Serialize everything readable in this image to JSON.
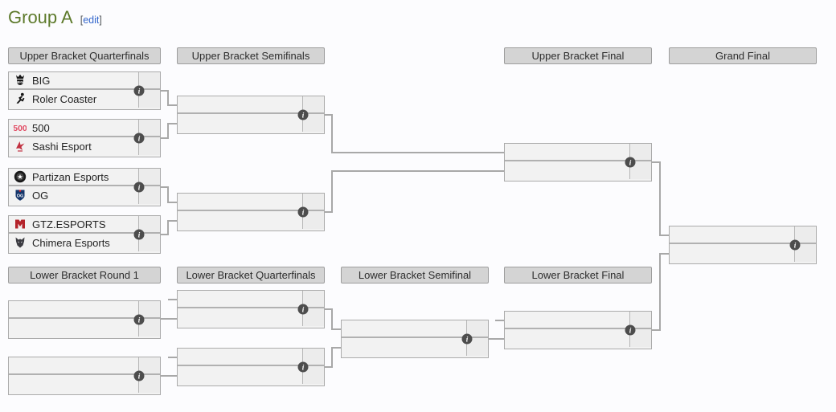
{
  "page": {
    "title": "Group A",
    "edit_bracket_open": "[",
    "edit_label": "edit",
    "edit_bracket_close": "]"
  },
  "round_headers": {
    "ub_quarterfinals": "Upper Bracket Quarterfinals",
    "ub_semifinals": "Upper Bracket Semifinals",
    "ub_final": "Upper Bracket Final",
    "grand_final": "Grand Final",
    "lb_round1": "Lower Bracket Round 1",
    "lb_quarterfinals": "Lower Bracket Quarterfinals",
    "lb_semifinal": "Lower Bracket Semifinal",
    "lb_final": "Lower Bracket Final"
  },
  "bracket": {
    "upper_quarterfinals": [
      {
        "top": {
          "name": "BIG",
          "logo": "big-crown"
        },
        "bottom": {
          "name": "Roler Coaster",
          "logo": "skater-silhouette"
        }
      },
      {
        "top": {
          "name": "500",
          "logo": "500-wordmark"
        },
        "bottom": {
          "name": "Sashi Esport",
          "logo": "sashi-bird"
        }
      },
      {
        "top": {
          "name": "Partizan Esports",
          "logo": "partizan-emblem"
        },
        "bottom": {
          "name": "OG",
          "logo": "og-shield"
        }
      },
      {
        "top": {
          "name": "GTZ.ESPORTS",
          "logo": "gtz-emblem"
        },
        "bottom": {
          "name": "Chimera Esports",
          "logo": "chimera-head"
        }
      }
    ]
  },
  "info_icon_glyph": "i",
  "colors": {
    "heading_green": "#5d7a2b",
    "link_blue": "#3366cc",
    "round_header_bg": "#d4d4d4",
    "match_bg": "#f2f2f2",
    "score_bg": "#ececec",
    "border_gray": "#ababab",
    "connector_gray": "#a8a8a8",
    "info_icon_bg": "#4d4d4d",
    "logo_red": "#c13040",
    "logo_blue": "#15366b"
  }
}
